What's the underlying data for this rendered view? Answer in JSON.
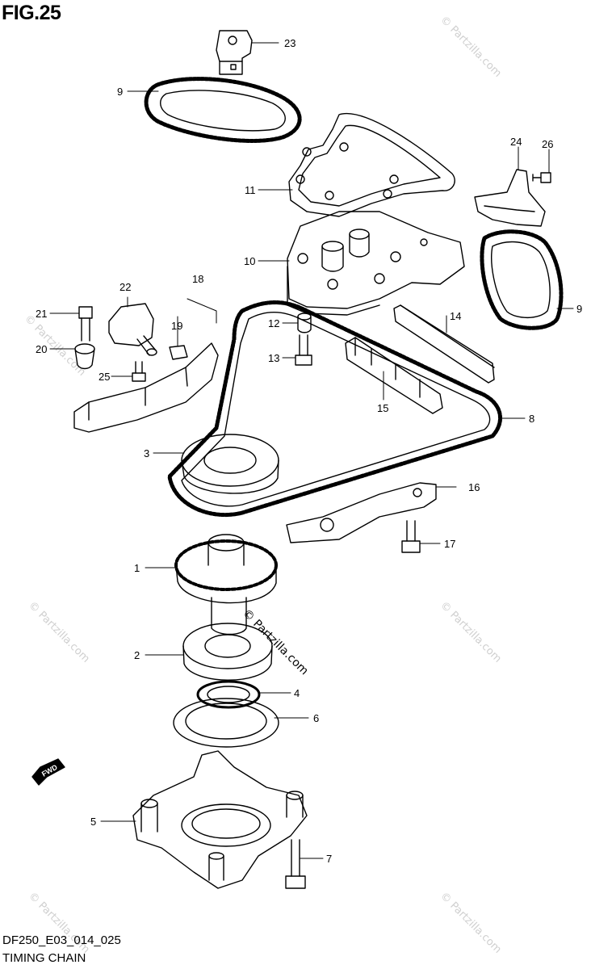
{
  "figure": {
    "title": "FIG.25"
  },
  "footer": {
    "code": "DF250_E03_014_025",
    "name": "TIMING CHAIN"
  },
  "watermark": {
    "text": "© Partzilla.com",
    "color": "#cfcfcf"
  },
  "direction_badge": {
    "text": "FWD",
    "icon": "forward-arrow-icon"
  },
  "callouts": [
    {
      "id": "1"
    },
    {
      "id": "2"
    },
    {
      "id": "3"
    },
    {
      "id": "4"
    },
    {
      "id": "5"
    },
    {
      "id": "6"
    },
    {
      "id": "7"
    },
    {
      "id": "8"
    },
    {
      "id": "9"
    },
    {
      "id": "9"
    },
    {
      "id": "10"
    },
    {
      "id": "11"
    },
    {
      "id": "12"
    },
    {
      "id": "13"
    },
    {
      "id": "14"
    },
    {
      "id": "15"
    },
    {
      "id": "16"
    },
    {
      "id": "17"
    },
    {
      "id": "18"
    },
    {
      "id": "19"
    },
    {
      "id": "20"
    },
    {
      "id": "21"
    },
    {
      "id": "22"
    },
    {
      "id": "23"
    },
    {
      "id": "24"
    },
    {
      "id": "25"
    },
    {
      "id": "26"
    }
  ]
}
